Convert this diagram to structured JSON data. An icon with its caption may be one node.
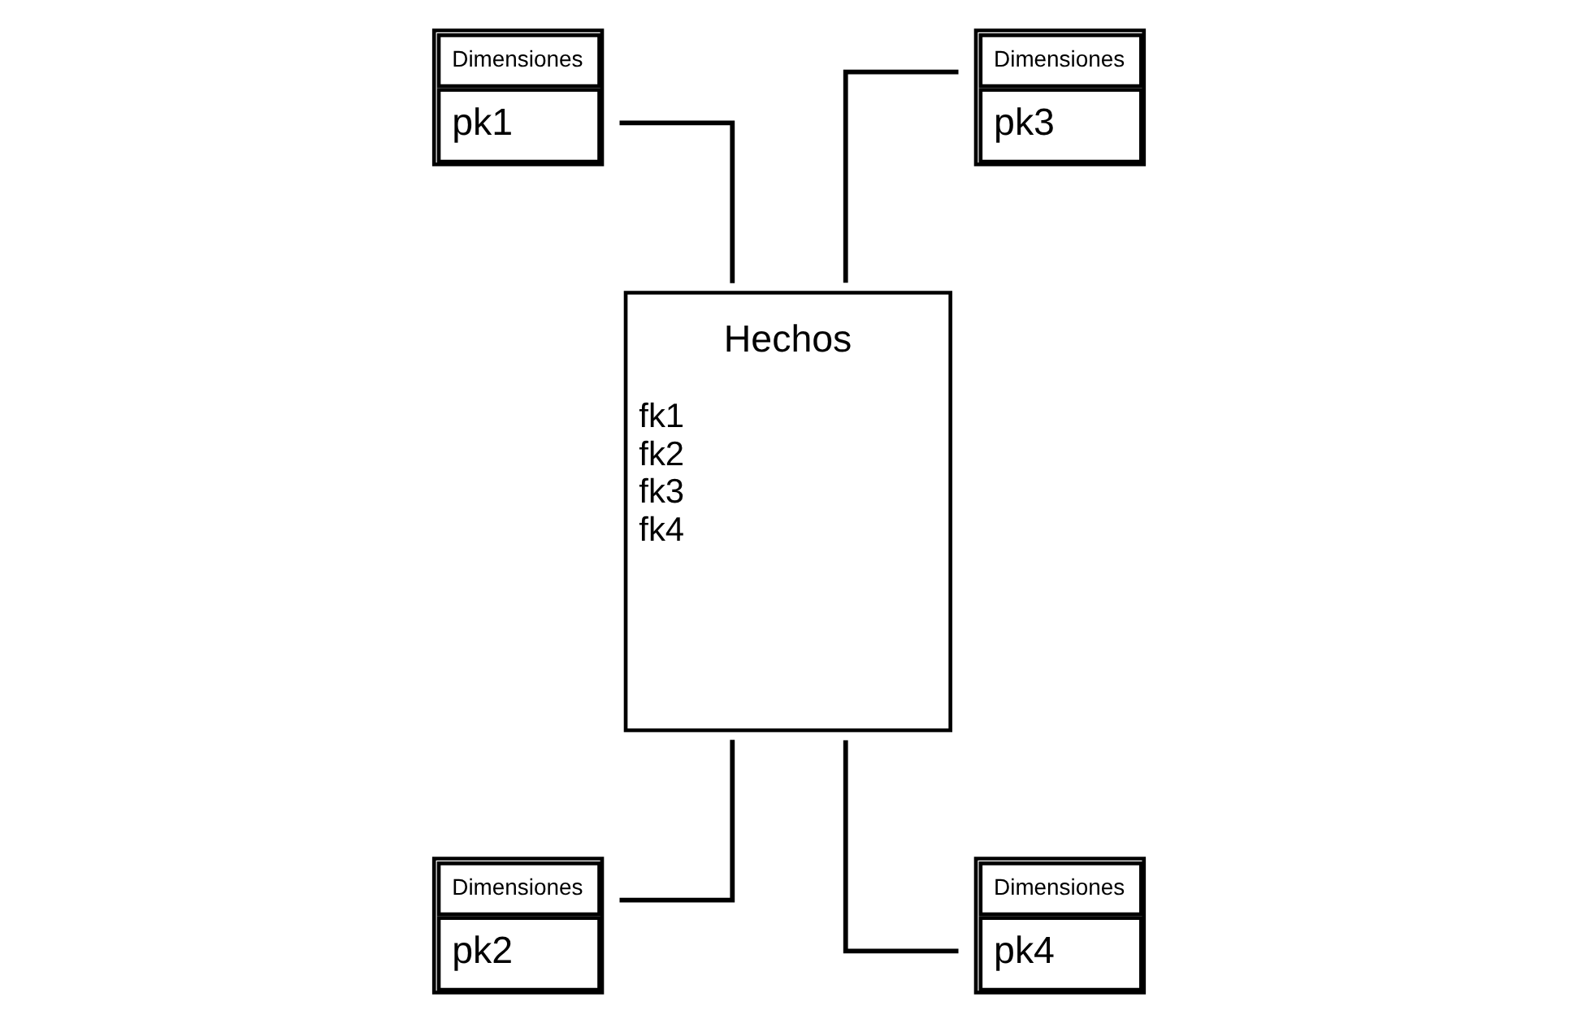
{
  "diagram": {
    "nodes": [
      {
        "text": [
          "Dimensiones",
          "pk1"
        ]
      },
      {
        "text": [
          "Dimensiones",
          "pk3"
        ]
      },
      {
        "text": [
          "Hechos",
          "fk1",
          "fk2",
          "fk3",
          "fk4"
        ]
      },
      {
        "text": [
          "Dimensiones",
          "pk2"
        ]
      },
      {
        "text": [
          "Dimensiones",
          "pk4"
        ]
      }
    ],
    "edges": [
      {
        "from": 0,
        "to": 2,
        "arrow": "none"
      },
      {
        "from": 2,
        "to": 3,
        "arrow": "none"
      },
      {
        "from": 1,
        "to": 2,
        "arrow": "none"
      },
      {
        "from": 2,
        "to": 4,
        "arrow": "none"
      }
    ]
  }
}
